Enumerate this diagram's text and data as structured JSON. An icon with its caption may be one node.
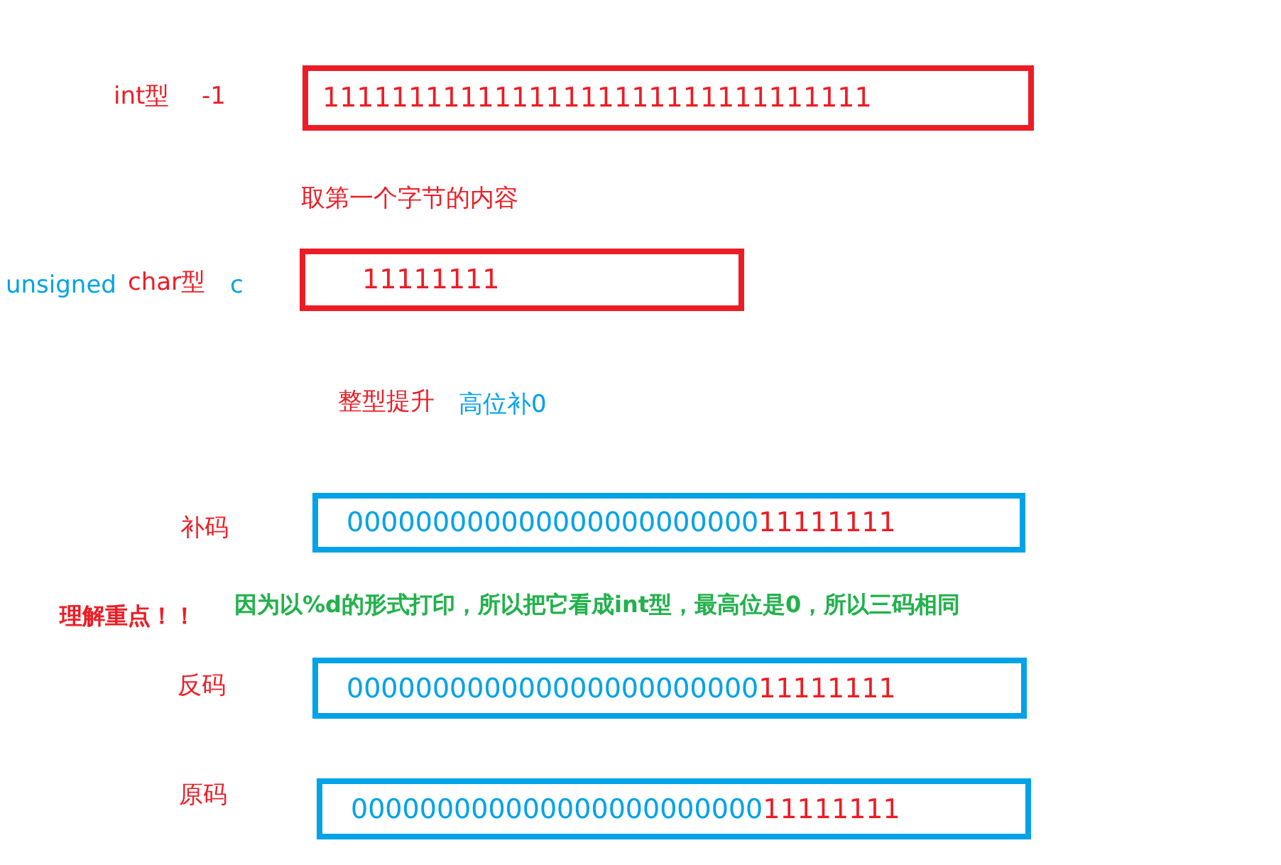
{
  "diagram": {
    "nodes": [
      {
        "text": [
          "11111111111111111111111111111111"
        ],
        "beside": [
          "int型",
          "-1"
        ]
      },
      {
        "text": [
          "11111111"
        ],
        "beside": [
          "unsigned",
          "char型",
          "c"
        ]
      },
      {
        "text": [
          "000000000000000000000000",
          "11111111"
        ],
        "beside": [
          "补码"
        ]
      },
      {
        "text": [
          "000000000000000000000000",
          "11111111"
        ],
        "beside": [
          "反码"
        ]
      },
      {
        "text": [
          "000000000000000000000000",
          "11111111"
        ],
        "beside": [
          "原码"
        ]
      }
    ],
    "labels": [
      "取第一个字节的内容",
      "整型提升",
      "高位补0",
      "理解重点！！",
      "因为以%d的形式打印，所以把它看成int型，最高位是0，所以三码相同"
    ]
  }
}
